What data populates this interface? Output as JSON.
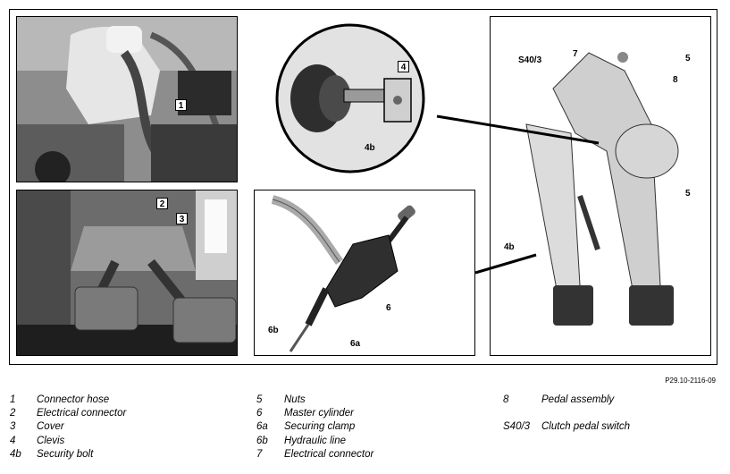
{
  "figure": {
    "reference": "P29.10-2116-09",
    "callouts": {
      "c1": "1",
      "c2": "2",
      "c3": "3",
      "c4": "4",
      "c4b": "4b",
      "c5a": "5",
      "c5b": "5",
      "c6": "6",
      "c6a": "6a",
      "c6b": "6b",
      "c7": "7",
      "c8": "8",
      "cs40": "S40/3",
      "c4b_pedal": "4b"
    }
  },
  "legend": {
    "col1": [
      {
        "key": "1",
        "text": "Connector hose"
      },
      {
        "key": "2",
        "text": "Electrical connector"
      },
      {
        "key": "3",
        "text": "Cover"
      },
      {
        "key": "4",
        "text": "Clevis"
      },
      {
        "key": "4b",
        "text": "Security bolt"
      }
    ],
    "col2": [
      {
        "key": "5",
        "text": "Nuts"
      },
      {
        "key": "6",
        "text": "Master cylinder"
      },
      {
        "key": "6a",
        "text": "Securing clamp"
      },
      {
        "key": "6b",
        "text": "Hydraulic line"
      },
      {
        "key": "7",
        "text": "Electrical connector"
      }
    ],
    "col3": [
      {
        "key": "8",
        "text": "Pedal assembly"
      },
      {
        "key": "S40/3",
        "text": "Clutch pedal switch"
      }
    ]
  }
}
